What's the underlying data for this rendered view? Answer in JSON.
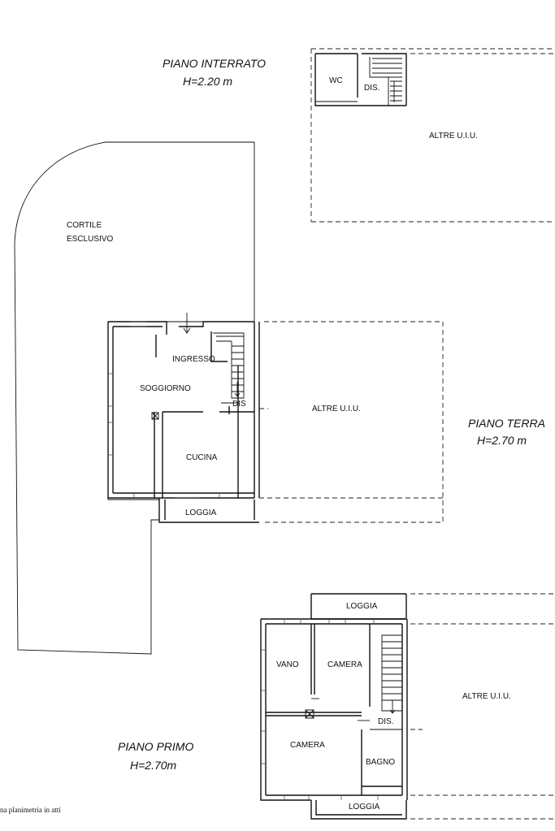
{
  "floors": {
    "basement": {
      "title": "PIANO INTERRATO",
      "height": "H=2.20 m"
    },
    "ground": {
      "title": "PIANO TERRA",
      "height": "H=2.70 m"
    },
    "first": {
      "title": "PIANO PRIMO",
      "height": "H=2.70m"
    }
  },
  "rooms": {
    "wc": "WC",
    "dis_basement": "DIS.",
    "altre_basement": "ALTRE U.I.U.",
    "cortile_line1": "CORTILE",
    "cortile_line2": "ESCLUSIVO",
    "ingresso": "INGRESSO",
    "soggiorno": "SOGGIORNO",
    "dis_ground": "DIS",
    "altre_ground": "ALTRE U.I.U.",
    "cucina": "CUCINA",
    "loggia_ground": "LOGGIA",
    "loggia_first_top": "LOGGIA",
    "vano": "VANO",
    "camera_1": "CAMERA",
    "altre_first": "ALTRE U.I.U.",
    "dis_first": "DIS.",
    "camera_2": "CAMERA",
    "bagno": "BAGNO",
    "loggia_first_bottom": "LOGGIA"
  },
  "footer": {
    "line1": "na planimetria in atti"
  }
}
